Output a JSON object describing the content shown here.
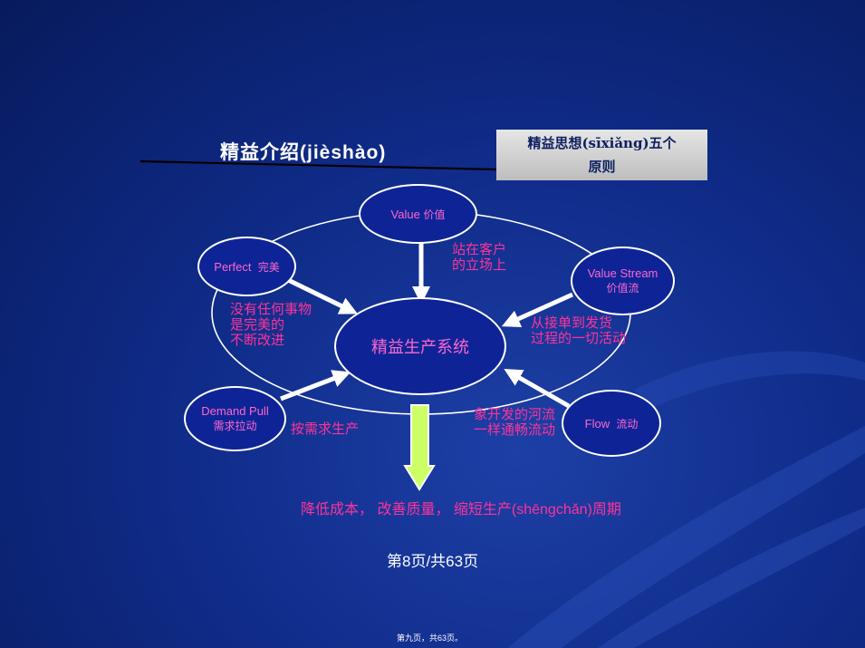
{
  "slide": {
    "title": "精益介绍(jièshào)",
    "principles_box": {
      "line1": "精益思想(sīxiǎng)五个",
      "line2": "原则"
    },
    "center": "精益生产系统",
    "nodes": {
      "value": {
        "en": "Value",
        "zh": "价值"
      },
      "value_stream": {
        "en": "Value Stream",
        "zh": "价值流"
      },
      "flow": {
        "en": "Flow",
        "zh": "流动"
      },
      "demand_pull": {
        "en": "Demand Pull",
        "zh": "需求拉动"
      },
      "perfect": {
        "en": "Perfect",
        "zh": "完美"
      }
    },
    "notes": {
      "value": [
        "站在客户",
        "的立场上"
      ],
      "value_stream": [
        "从接单到发货",
        "过程的一切活动"
      ],
      "flow": [
        "象开发的河流",
        "一样通畅流动"
      ],
      "demand_pull": [
        "按需求生产"
      ],
      "perfect": [
        "没有任何事物",
        "是完美的",
        "不断改进"
      ]
    },
    "result": "降低成本， 改善质量， 缩短生产(shēngchǎn)周期",
    "page_number": "第8页/共63页",
    "footer": "第九页，共63页。"
  },
  "colors": {
    "background": "#102c8a",
    "node_fill": "#0e2496",
    "node_text": "#ff66cc",
    "note_text": "#ff3399",
    "arrow": "#ffffff",
    "output_arrow": "#ccff66"
  }
}
